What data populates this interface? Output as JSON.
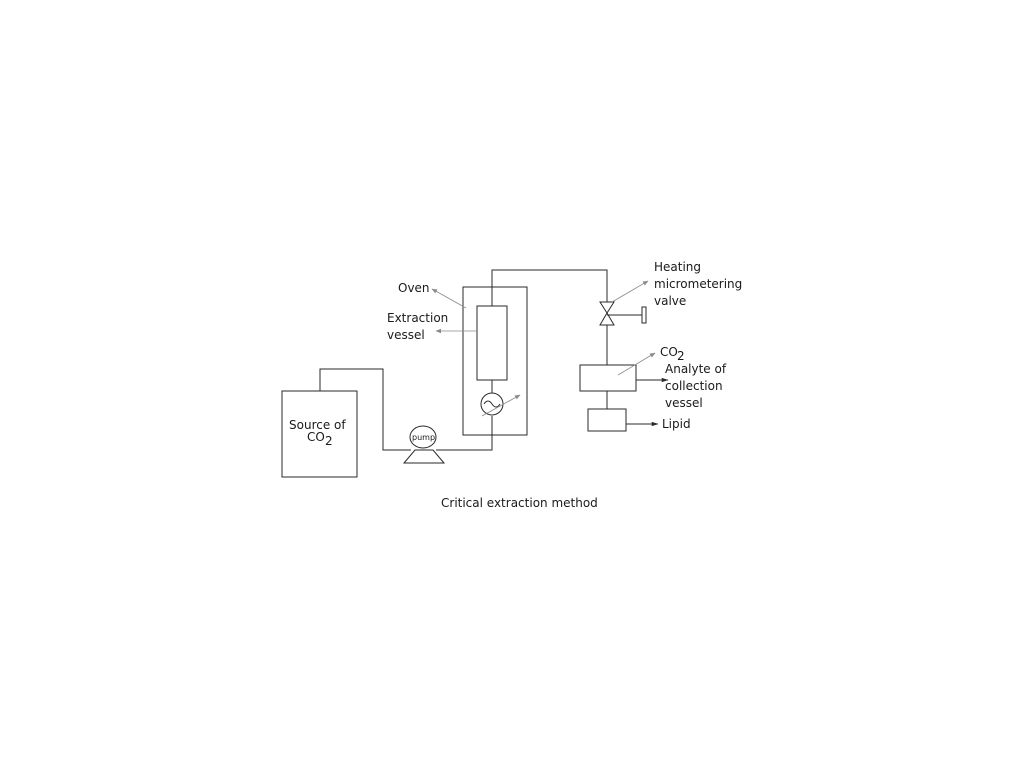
{
  "caption": "Critical extraction method",
  "labels": {
    "source": {
      "line1": "Source of",
      "co": "CO",
      "subscript": "2"
    },
    "pump": "pump",
    "oven": "Oven",
    "extraction_vessel": {
      "line1": "Extraction",
      "line2": "vessel"
    },
    "heating_valve": {
      "line1": "Heating",
      "line2": "micrometering",
      "line3": "valve"
    },
    "co2_out": {
      "co": "CO",
      "subscript": "2"
    },
    "analyte": {
      "line1": "Analyte of",
      "line2": "collection",
      "line3": "vessel"
    },
    "lipid": "Lipid"
  },
  "colors": {
    "line": "#2a2a2a",
    "pointer": "#8a8a8a",
    "background": "#ffffff"
  }
}
